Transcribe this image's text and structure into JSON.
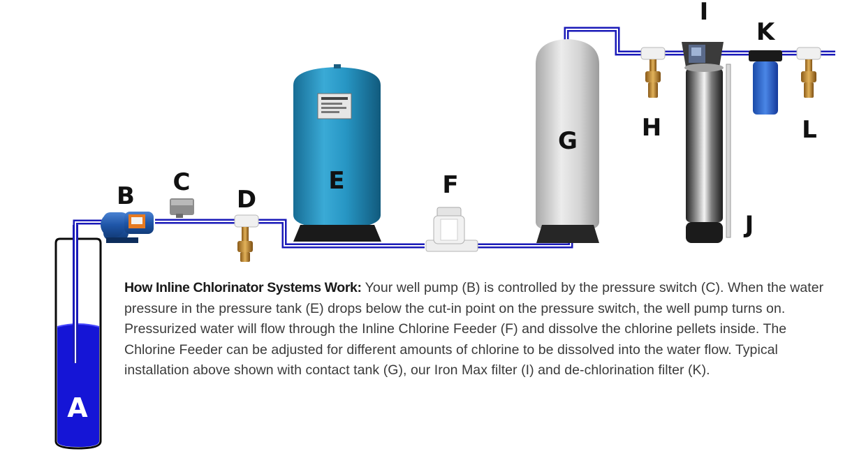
{
  "labels": {
    "A": "A",
    "B": "B",
    "C": "C",
    "D": "D",
    "E": "E",
    "F": "F",
    "G": "G",
    "H": "H",
    "I": "I",
    "J": "J",
    "K": "K",
    "L": "L"
  },
  "caption": {
    "heading": "How Inline Chlorinator Systems Work:",
    "body": " Your well pump (B) is controlled by the pressure switch (C). When the water pressure in the pressure tank (E) drops below the cut-in point on the pressure switch, the well pump turns on. Pressurized water will flow through the Inline Chlorine Feeder (F) and dissolve the chlorine pellets inside. The Chlorine Feeder can be adjusted for different amounts of chlorine to be dissolved into the water flow. Typical installation above shown with contact tank (G), our Iron Max filter (I) and de-chlorination filter (K)."
  },
  "colors": {
    "pipe": "#1a1ab8",
    "water": "#1515d6",
    "pressure_tank": "#2a9ac8",
    "contact_tank": "#d6d6d6"
  },
  "equipment": {
    "pressure_tank_plate": ""
  }
}
